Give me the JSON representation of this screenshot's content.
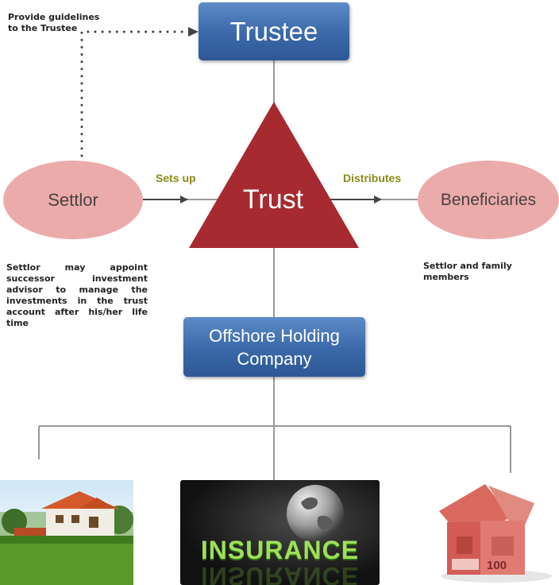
{
  "nodes": {
    "trustee": "Trustee",
    "trust": "Trust",
    "settlor": "Settlor",
    "beneficiaries": "Beneficiaries",
    "offshore_line1": "Offshore Holding",
    "offshore_line2": "Company"
  },
  "edges": {
    "sets_up": "Sets up",
    "distributes": "Distributes"
  },
  "notes": {
    "guidelines_line1": "Provide guidelines",
    "guidelines_line2": "to the Trustee",
    "settlor_note": "Settlor may appoint successor investment advisor to manage the investments in the trust account after his/her life time",
    "family": "Settlor and family members"
  },
  "assets": {
    "insurance_text": "INSURANCE",
    "money_denomination": "100"
  },
  "colors": {
    "box_blue": "#3a68a8",
    "triangle_red": "#a62a30",
    "ellipse_pink": "#ecabab",
    "edge_label_olive": "#8a8a1a"
  }
}
